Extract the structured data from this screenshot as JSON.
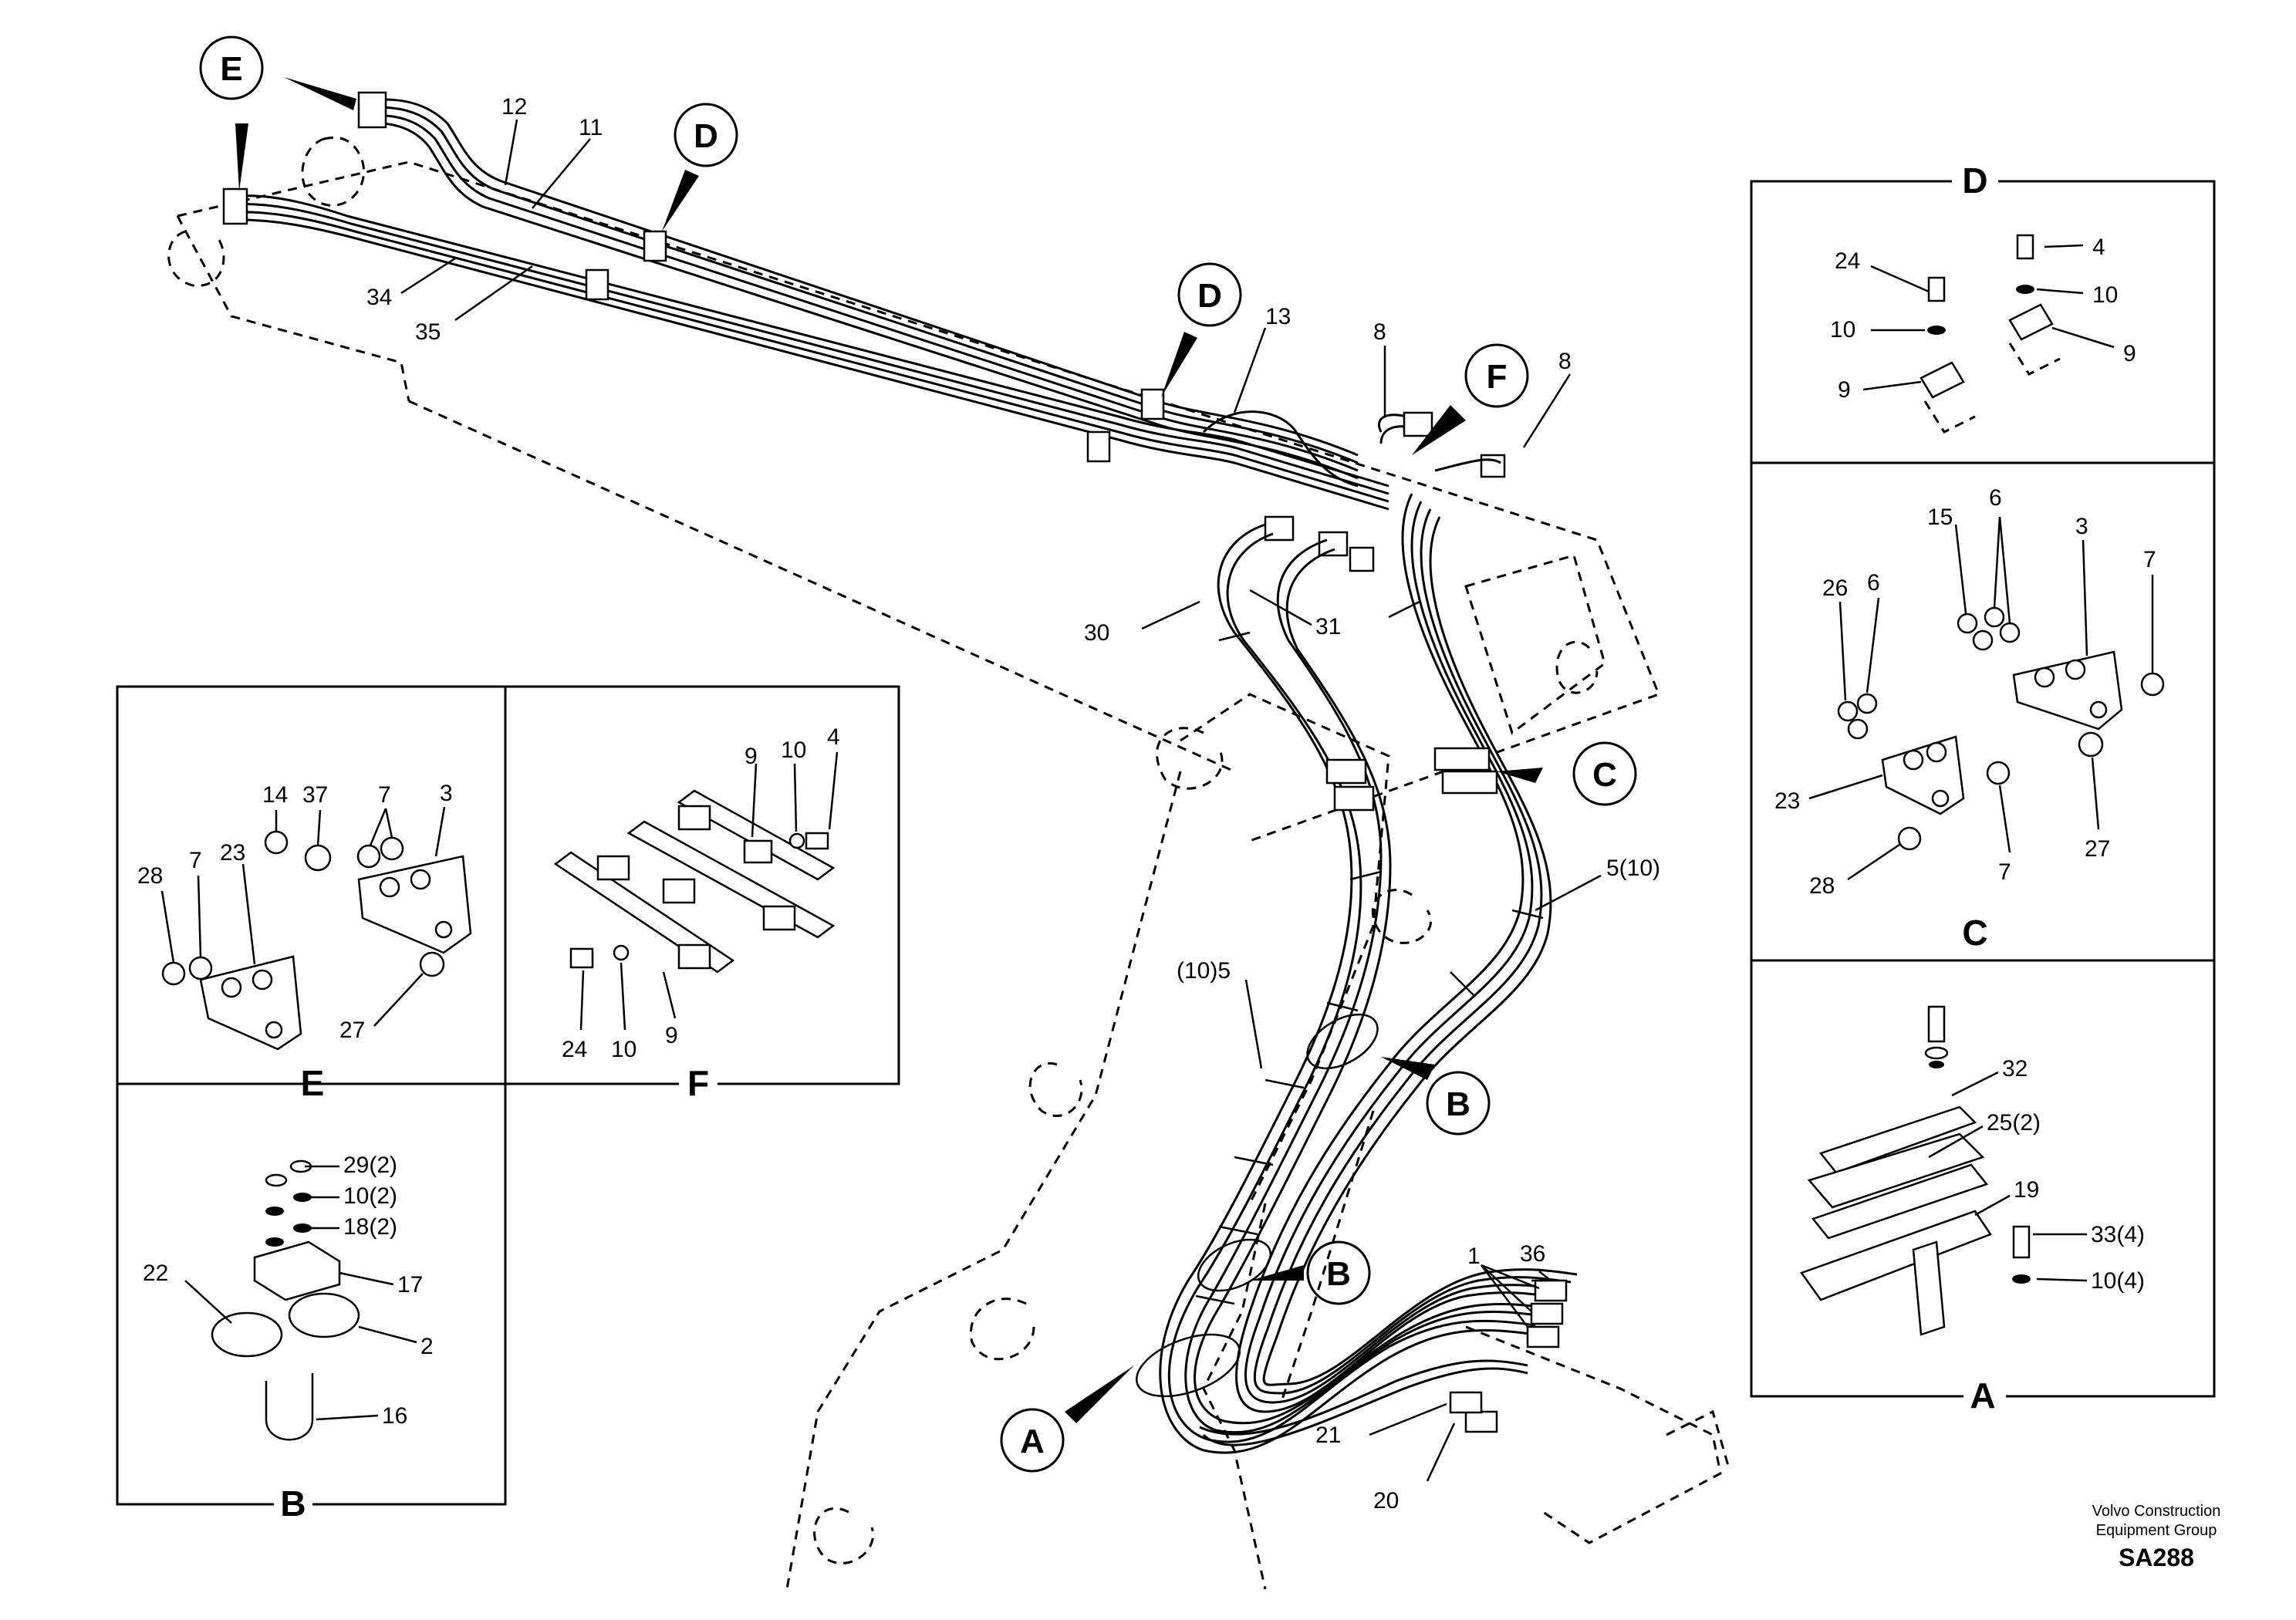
{
  "callout_letters": {
    "e_top": "E",
    "d_top": "D",
    "d_mid": "D",
    "f_top": "F",
    "c_right": "C",
    "b_upper": "B",
    "b_lower": "B",
    "a_bottom": "A"
  },
  "labels": {
    "n12": "12",
    "n11": "11",
    "n34": "34",
    "n35": "35",
    "n13": "13",
    "n8a": "8",
    "n8b": "8",
    "n30": "30",
    "n31": "31",
    "n5_10": "5(10)",
    "n10_5": "(10)5",
    "n1": "1",
    "n36": "36",
    "n21": "21",
    "n20": "20"
  },
  "panel_e": {
    "title": "E",
    "labels": {
      "n14": "14",
      "n37": "37",
      "n7a": "7",
      "n3": "3",
      "n28": "28",
      "n7b": "7",
      "n23": "23",
      "n27": "27"
    }
  },
  "panel_f": {
    "title": "F",
    "labels": {
      "n9a": "9",
      "n10a": "10",
      "n4": "4",
      "n24": "24",
      "n10b": "10",
      "n9b": "9"
    }
  },
  "panel_b": {
    "title": "B",
    "labels": {
      "n29": "29(2)",
      "n10": "10(2)",
      "n18": "18(2)",
      "n22": "22",
      "n17": "17",
      "n2": "2",
      "n16": "16"
    }
  },
  "panel_d": {
    "title": "D",
    "labels": {
      "n24": "24",
      "n4": "4",
      "n10a": "10",
      "n10b": "10",
      "n9a": "9",
      "n9b": "9"
    }
  },
  "panel_c": {
    "title": "C",
    "labels": {
      "n15": "15",
      "n6a": "6",
      "n3": "3",
      "n26": "26",
      "n6b": "6",
      "n7a": "7",
      "n23": "23",
      "n28": "28",
      "n7b": "7",
      "n27": "27"
    }
  },
  "panel_a": {
    "title": "A",
    "labels": {
      "n32": "32",
      "n25": "25(2)",
      "n19": "19",
      "n33": "33(4)",
      "n10": "10(4)"
    }
  },
  "footer": {
    "company_line1": "Volvo Construction",
    "company_line2": "Equipment Group",
    "code": "SA288"
  }
}
